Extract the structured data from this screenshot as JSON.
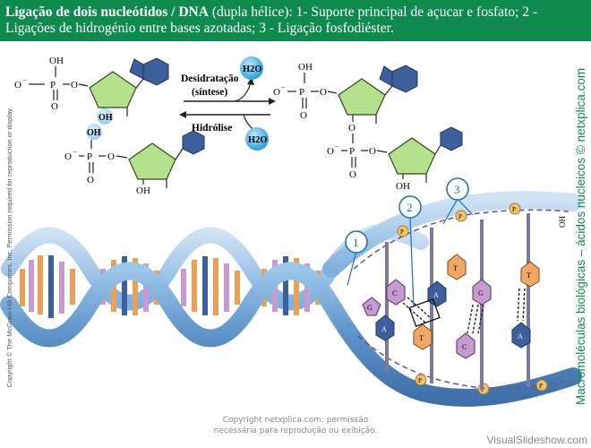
{
  "header": {
    "title_bold": "Ligação de dois nucleótidos / DNA",
    "title_rest": " (dupla hélice): 1- Suporte principal de açucar e fosfato; 2 - Ligações de hidrogénio entre bases azotadas; 3 - Ligação fosfodiéster."
  },
  "reaction": {
    "dehydration_label": "Desidratação",
    "synthesis_label": "(síntese)",
    "hydrolysis_label": "Hidrólise",
    "water": "H2O",
    "oh": "OH",
    "ho": "HO",
    "phosphorus": "P",
    "oxygen": "O",
    "o_minus": "O",
    "minus": "−"
  },
  "helix": {
    "callouts": [
      "1",
      "2",
      "3"
    ],
    "bases": [
      "G",
      "C",
      "T",
      "A",
      "G",
      "C",
      "A",
      "T",
      "A",
      "T"
    ],
    "phosphate_tag": "P",
    "oh_end": "OH"
  },
  "side_left": "Copyright © The McGraw-Hill Companies, Inc. Permission required for reproduction or display.",
  "side_right": "Macromoléculas biológicas – ácidos nucleicos © netxplica.com",
  "copyright_lines": [
    "Copyright netxplica.com: permissão",
    "necessária para reprodução ou exibição."
  ],
  "watermark": "VisualSlideshow.com",
  "colors": {
    "header_bg": "#0e8a4f",
    "sugar": "#b5e08c",
    "base_dark": "#3d5f9c",
    "water_bubble": "#3bb3df",
    "helix_blue": "#6fa6d8"
  }
}
